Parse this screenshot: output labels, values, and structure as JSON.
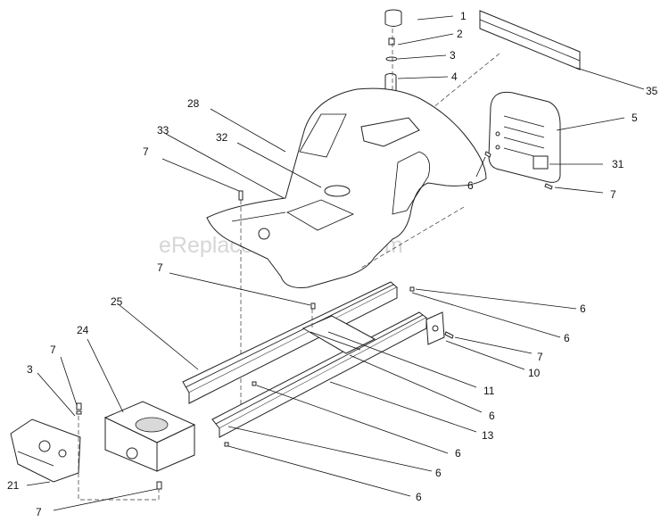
{
  "watermark": "eReplacementParts.com",
  "callouts": [
    {
      "id": "c1",
      "label": "1"
    },
    {
      "id": "c2",
      "label": "2"
    },
    {
      "id": "c3a",
      "label": "3"
    },
    {
      "id": "c4",
      "label": "4"
    },
    {
      "id": "c35",
      "label": "35"
    },
    {
      "id": "c5",
      "label": "5"
    },
    {
      "id": "c28",
      "label": "28"
    },
    {
      "id": "c33",
      "label": "33"
    },
    {
      "id": "c32",
      "label": "32"
    },
    {
      "id": "c7a",
      "label": "7"
    },
    {
      "id": "c6a",
      "label": "6"
    },
    {
      "id": "c31",
      "label": "31"
    },
    {
      "id": "c7b",
      "label": "7"
    },
    {
      "id": "c7c",
      "label": "7"
    },
    {
      "id": "c6b",
      "label": "6"
    },
    {
      "id": "c25",
      "label": "25"
    },
    {
      "id": "c6c",
      "label": "6"
    },
    {
      "id": "c7d",
      "label": "7"
    },
    {
      "id": "c10",
      "label": "10"
    },
    {
      "id": "c24",
      "label": "24"
    },
    {
      "id": "c7e",
      "label": "7"
    },
    {
      "id": "c3b",
      "label": "3"
    },
    {
      "id": "c11",
      "label": "11"
    },
    {
      "id": "c6d",
      "label": "6"
    },
    {
      "id": "c13",
      "label": "13"
    },
    {
      "id": "c6e",
      "label": "6"
    },
    {
      "id": "c6f",
      "label": "6"
    },
    {
      "id": "c21",
      "label": "21"
    },
    {
      "id": "c6g",
      "label": "6"
    },
    {
      "id": "c7f",
      "label": "7"
    }
  ]
}
